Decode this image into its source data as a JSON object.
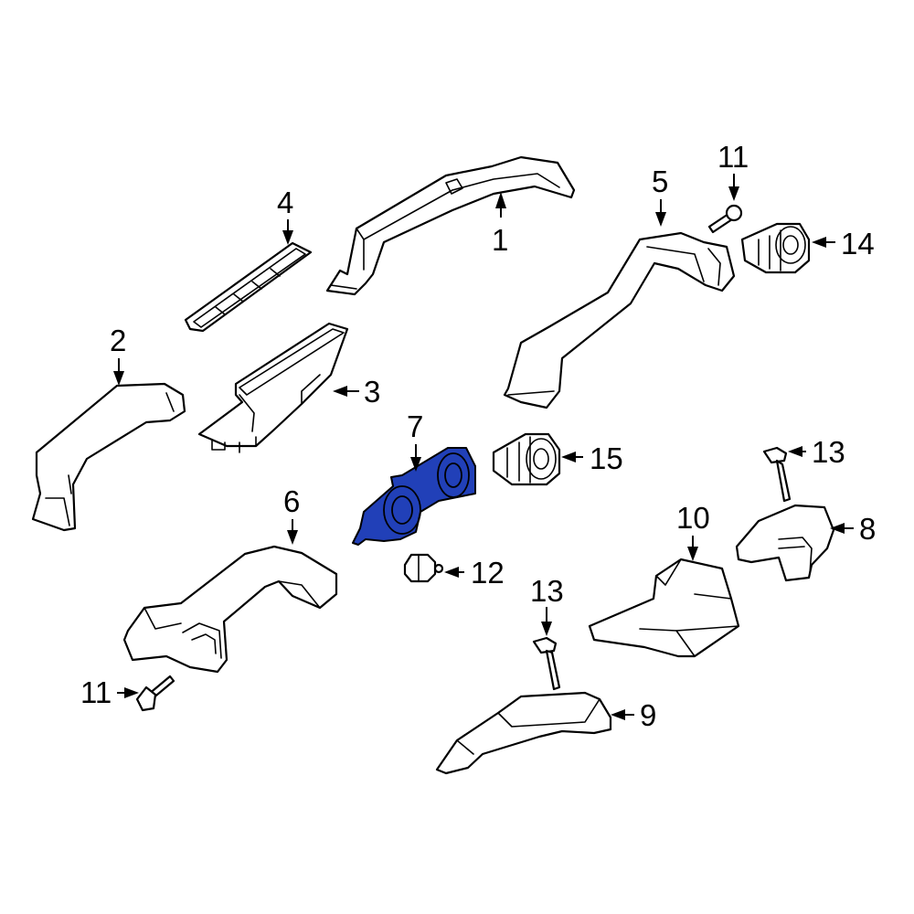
{
  "highlight_color": "#2140b8",
  "callouts": [
    {
      "id": "c1",
      "number": "1"
    },
    {
      "id": "c2",
      "number": "2"
    },
    {
      "id": "c3",
      "number": "3"
    },
    {
      "id": "c4",
      "number": "4"
    },
    {
      "id": "c5",
      "number": "5"
    },
    {
      "id": "c6",
      "number": "6"
    },
    {
      "id": "c7",
      "number": "7"
    },
    {
      "id": "c8",
      "number": "8"
    },
    {
      "id": "c9",
      "number": "9"
    },
    {
      "id": "c10",
      "number": "10"
    },
    {
      "id": "c11a",
      "number": "11"
    },
    {
      "id": "c11b",
      "number": "11"
    },
    {
      "id": "c12",
      "number": "12"
    },
    {
      "id": "c13a",
      "number": "13"
    },
    {
      "id": "c13b",
      "number": "13"
    },
    {
      "id": "c14",
      "number": "14"
    },
    {
      "id": "c15",
      "number": "15"
    }
  ]
}
